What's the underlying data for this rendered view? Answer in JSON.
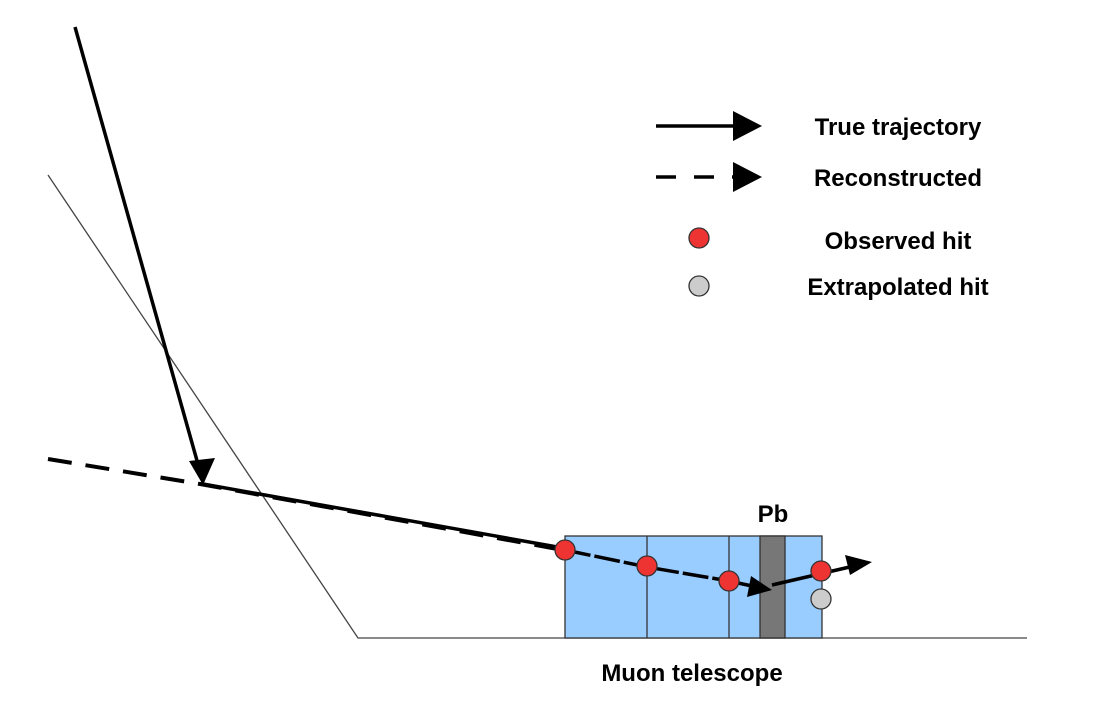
{
  "legend": {
    "true_trajectory": "True trajectory",
    "reconstructed": "Reconstructed",
    "observed_hit": "Observed hit",
    "extrapolated_hit": "Extrapolated hit"
  },
  "labels": {
    "absorber": "Pb",
    "telescope": "Muon telescope"
  },
  "colors": {
    "observed_hit": "#ee3333",
    "extrapolated_hit": "#cccccc",
    "telescope_fill": "#99ccff",
    "absorber_fill": "#777777"
  }
}
